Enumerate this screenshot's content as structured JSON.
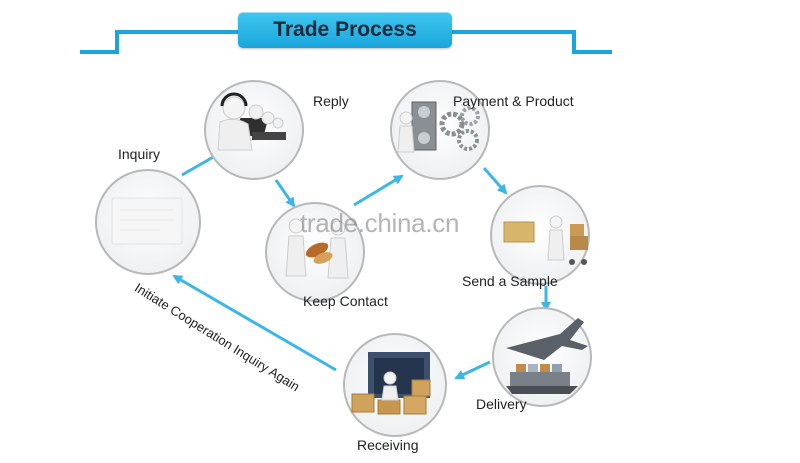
{
  "title": "Trade Process",
  "steps": {
    "inquiry": "Inquiry",
    "reply": "Reply",
    "payment": "Payment & Product",
    "keep_contact": "Keep Contact",
    "send_sample": "Send a Sample",
    "delivery": "Delivery",
    "receiving": "Receiving"
  },
  "loop_label": "Initiate Cooperation Inquiry Again",
  "watermark": "trade.china.cn",
  "colors": {
    "accent": "#1aa6dd",
    "arrow": "#3cb6e6",
    "circle_border": "#b8b8b8"
  }
}
